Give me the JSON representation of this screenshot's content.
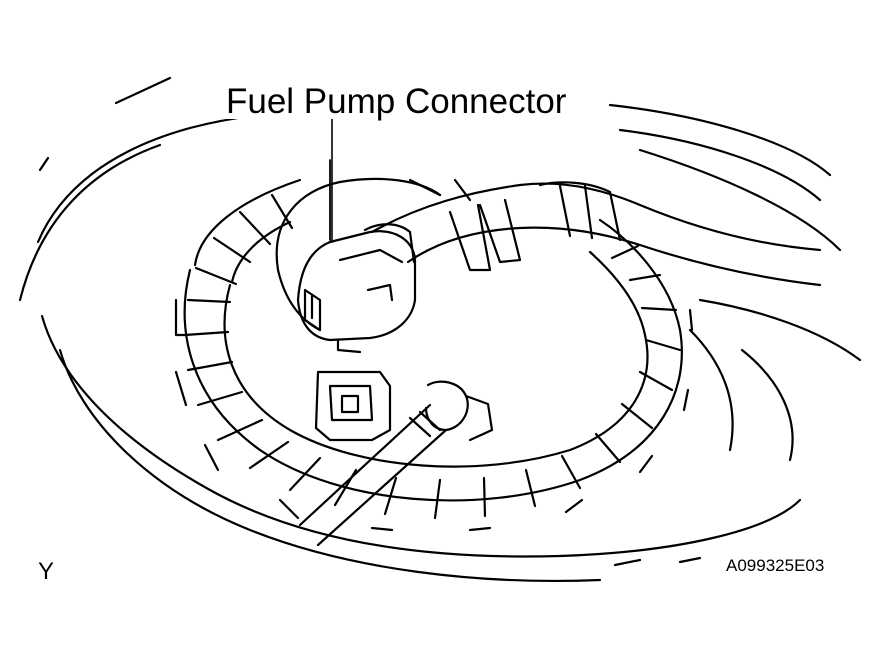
{
  "callout": {
    "label": "Fuel Pump Connector"
  },
  "view_letter": "Y",
  "figure_id": "A099325E03"
}
